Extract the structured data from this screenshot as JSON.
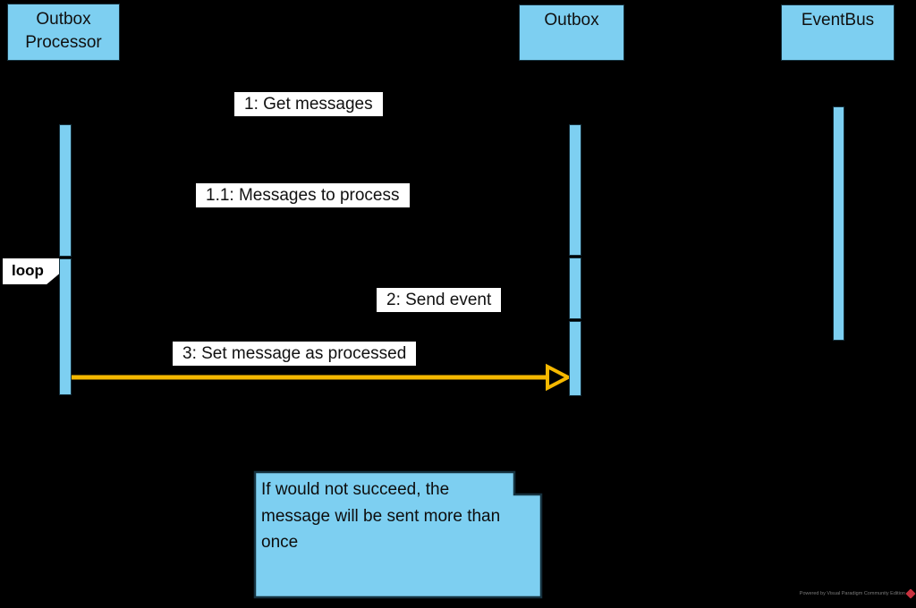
{
  "diagram": {
    "type": "uml-sequence-diagram",
    "participants": [
      {
        "id": "outbox-processor",
        "label": "Outbox Processor"
      },
      {
        "id": "outbox",
        "label": "Outbox"
      },
      {
        "id": "eventbus",
        "label": "EventBus"
      }
    ],
    "messages": [
      {
        "label": "1: Get messages"
      },
      {
        "label": "1.1: Messages to process"
      },
      {
        "label": "2: Send event"
      },
      {
        "label": "3: Set message as processed",
        "arrow_color": "#f5b800",
        "arrow_style": "open-head-highlight"
      }
    ],
    "fragment": {
      "label": "loop"
    },
    "note": {
      "text": "If would not succeed, the message will be sent more than once"
    }
  },
  "watermark": {
    "text": "Powered by Visual Paradigm Community Edition"
  },
  "colors": {
    "background": "#000000",
    "participant_fill": "#7dcff1",
    "participant_border": "#16323f",
    "note_fill": "#7dcff1",
    "note_border": "#16323f",
    "message_label_bg": "#ffffff",
    "message_text": "#111111",
    "highlight_arrow": "#f5b800",
    "default_arrow": "#000000",
    "watermark_text": "#7a7a7a",
    "watermark_logo": "#c8323f"
  }
}
